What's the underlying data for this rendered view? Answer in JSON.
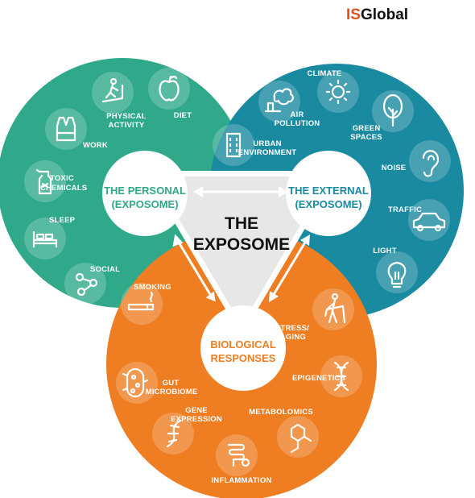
{
  "logo": {
    "prefix": "IS",
    "suffix": "Global",
    "prefix_color": "#e8501e",
    "suffix_color": "#111111"
  },
  "center": {
    "line1": "THE",
    "line2": "EXPOSOME"
  },
  "colors": {
    "personal": "#2fa98a",
    "external": "#1a8aa0",
    "biological": "#ef7d22",
    "hub_text_personal": "#2fa98a",
    "hub_text_external": "#1a8aa0",
    "hub_text_bio": "#ef7d22"
  },
  "hubs": {
    "personal": {
      "line1": "THE PERSONAL",
      "line2": "(EXPOSOME)"
    },
    "external": {
      "line1": "THE EXTERNAL",
      "line2": "(EXPOSOME)"
    },
    "biological": {
      "line1": "BIOLOGICAL",
      "line2": "RESPONSES"
    }
  },
  "personal_factors": {
    "physical_activity": {
      "line1": "PHYSICAL",
      "line2": "ACTIVITY",
      "icon": "treadmill-icon"
    },
    "diet": {
      "line1": "DIET",
      "icon": "apple-icon"
    },
    "work": {
      "line1": "WORK",
      "icon": "safety-vest-icon"
    },
    "toxic_chemicals": {
      "line1": "TOXIC",
      "line2": "CHEMICALS",
      "icon": "spray-bottle-icon"
    },
    "sleep": {
      "line1": "SLEEP",
      "icon": "bed-icon"
    },
    "social": {
      "line1": "SOCIAL",
      "icon": "social-network-icon"
    },
    "smoking": {
      "line1": "SMOKING",
      "icon": "cigarette-icon"
    }
  },
  "external_factors": {
    "climate": {
      "line1": "CLIMATE",
      "icon": "sun-icon"
    },
    "air_pollution": {
      "line1": "AIR",
      "line2": "POLLUTION",
      "icon": "smoke-icon"
    },
    "green_spaces": {
      "line1": "GREEN",
      "line2": "SPACES",
      "icon": "tree-icon"
    },
    "urban_environment": {
      "line1": "URBAN",
      "line2": "ENVIRONMENT",
      "icon": "building-icon"
    },
    "noise": {
      "line1": "NOISE",
      "icon": "ear-icon"
    },
    "traffic": {
      "line1": "TRAFFIC",
      "icon": "car-icon"
    },
    "light": {
      "line1": "LIGHT",
      "icon": "lightbulb-icon"
    }
  },
  "biological_factors": {
    "stress_aging": {
      "line1": "STRESS/",
      "line2": "AGING",
      "icon": "elderly-walker-icon"
    },
    "epigenetics": {
      "line1": "EPIGENETICS",
      "icon": "dna-icon"
    },
    "gut_microbiome": {
      "line1": "GUT",
      "line2": "MICROBIOME",
      "icon": "bacteria-icon"
    },
    "metabolomics": {
      "line1": "METABOLOMICS",
      "icon": "molecule-icon"
    },
    "gene_expression": {
      "line1": "GENE",
      "line2": "EXPRESSION",
      "icon": "dna-strand-icon"
    },
    "inflammation": {
      "line1": "INFLAMMATION",
      "icon": "intestine-icon"
    }
  }
}
